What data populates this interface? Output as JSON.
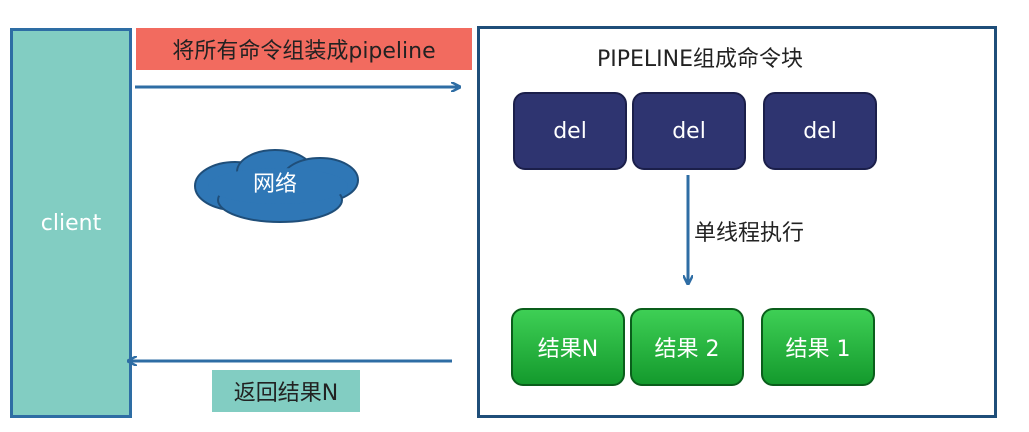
{
  "client": {
    "label": "client"
  },
  "request": {
    "label": "将所有命令组装成pipeline"
  },
  "response": {
    "label": "返回结果N"
  },
  "network": {
    "label": "网络"
  },
  "pipeline": {
    "title": "PIPELINE组成命令块",
    "commands": [
      "del",
      "del",
      "del"
    ],
    "execution_label": "单线程执行",
    "results": [
      "结果N",
      "结果 2",
      "结果 1"
    ]
  },
  "colors": {
    "client_fill": "#82cdc2",
    "request_label_fill": "#f26b5f",
    "command_fill": "#2e3470",
    "result_fill": "#1fb53a",
    "arrow": "#2e6da4",
    "cloud_fill": "#2f77b6"
  }
}
